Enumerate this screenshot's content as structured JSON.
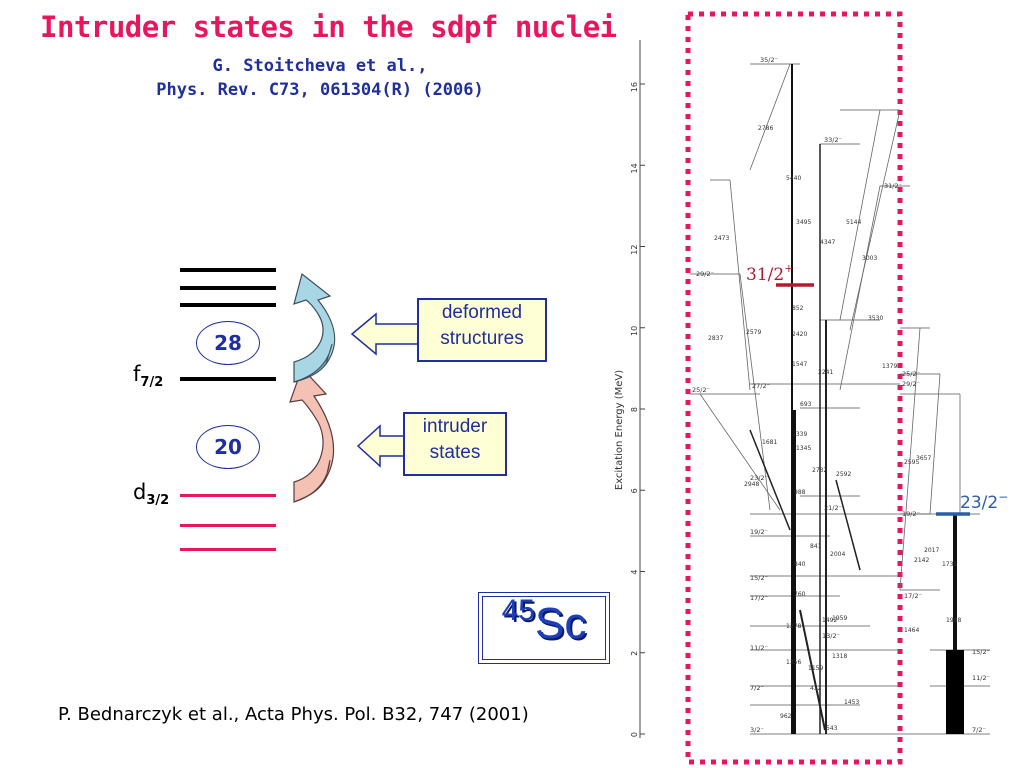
{
  "title": "Intruder states in the sdpf nuclei",
  "authors_line1": "G. Stoitcheva et al.,",
  "authors_line2": "Phys. Rev. C73, 061304(R) (2006)",
  "shell_model": {
    "gap_28": "28",
    "gap_20": "20",
    "orbital_f": "f",
    "orbital_f_sub": "7/2",
    "orbital_d": "d",
    "orbital_d_sub": "3/2",
    "colors": {
      "upper_levels": "#000000",
      "lower_levels": "#e8175d",
      "arrow_upper": "#a9d6e5",
      "arrow_lower": "#f3c2b4"
    }
  },
  "callouts": {
    "deformed_line1": "deformed",
    "deformed_line2": "structures",
    "intruder_line1": "intruder",
    "intruder_line2": "states"
  },
  "nucleus": {
    "mass": "45",
    "symbol": "Sc"
  },
  "reference": "P. Bednarczyk et al., Acta Phys. Pol. B32, 747 (2001)",
  "level_scheme": {
    "ylabel": "Excitation Energy (MeV)",
    "y_ticks": [
      "0",
      "2",
      "4",
      "6",
      "8",
      "10",
      "12",
      "14",
      "16"
    ],
    "highlight_state_1": "31/2",
    "highlight_state_1_parity": "+",
    "highlight_state_2": "23/2",
    "highlight_state_2_parity": "−",
    "highlight_color_1": "#b01c2e",
    "highlight_color_2": "#2a5fa8",
    "frame_color": "#e8175d",
    "spin_labels": [
      "35/2⁻",
      "33/2⁻",
      "31/2⁻",
      "29/2⁻",
      "27/2⁻",
      "25/2⁻",
      "23/2⁻",
      "21/2⁻",
      "19/2⁻",
      "17/2⁻",
      "15/2⁻",
      "13/2⁻",
      "11/2⁻",
      "7/2⁻",
      "3/2⁻",
      "29/2⁻",
      "25/2⁻",
      "19/2⁻",
      "17/2⁻",
      "15/2⁻",
      "11/2⁻",
      "7/2⁻"
    ],
    "gamma_labels": [
      "2786",
      "5440",
      "3495",
      "4347",
      "5144",
      "3003",
      "3530",
      "1379",
      "2473",
      "2837",
      "2579",
      "2420",
      "1547",
      "2241",
      "852",
      "693",
      "1339",
      "1345",
      "2732",
      "2592",
      "2948",
      "1681",
      "988",
      "841",
      "2004",
      "840",
      "760",
      "1492",
      "1959",
      "1318",
      "1278",
      "1356",
      "1159",
      "432",
      "962",
      "543",
      "1453",
      "2595",
      "3657",
      "2142",
      "2017",
      "1735",
      "1988",
      "1464"
    ]
  }
}
